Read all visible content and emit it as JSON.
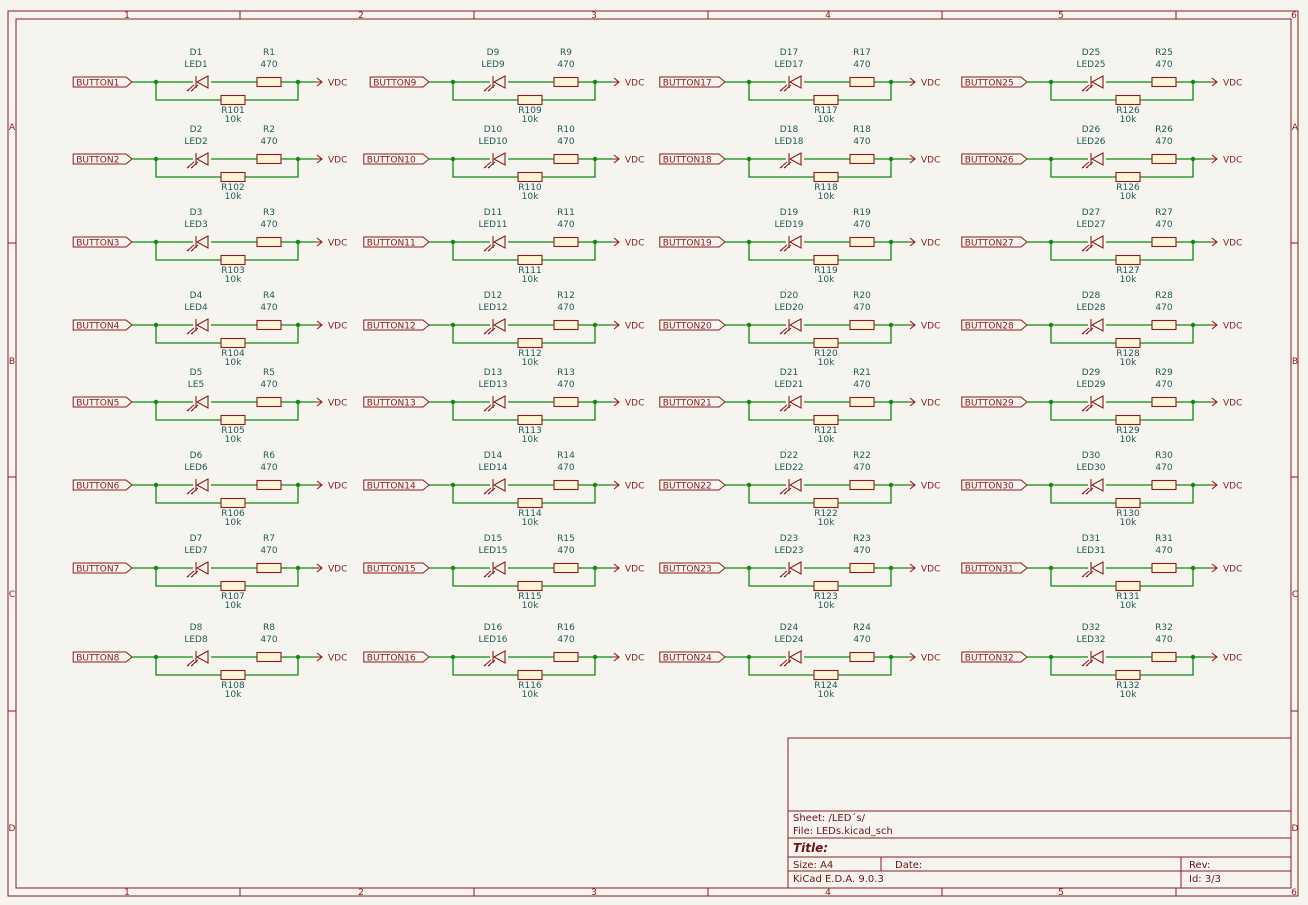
{
  "sheet": {
    "frame_columns": [
      "1",
      "2",
      "3",
      "4",
      "5",
      "6"
    ],
    "frame_rows": [
      "A",
      "B",
      "C",
      "D"
    ]
  },
  "circuits": [
    {
      "ref": "D1",
      "led": "LED1",
      "r": "R1",
      "r_val": "470",
      "pd": "R101",
      "pd_val": "10k",
      "net": "BUTTON1",
      "pwr": "VDC"
    },
    {
      "ref": "D2",
      "led": "LED2",
      "r": "R2",
      "r_val": "470",
      "pd": "R102",
      "pd_val": "10k",
      "net": "BUTTON2",
      "pwr": "VDC"
    },
    {
      "ref": "D3",
      "led": "LED3",
      "r": "R3",
      "r_val": "470",
      "pd": "R103",
      "pd_val": "10k",
      "net": "BUTTON3",
      "pwr": "VDC"
    },
    {
      "ref": "D4",
      "led": "LED4",
      "r": "R4",
      "r_val": "470",
      "pd": "R104",
      "pd_val": "10k",
      "net": "BUTTON4",
      "pwr": "VDC"
    },
    {
      "ref": "D5",
      "led": "LE5",
      "r": "R5",
      "r_val": "470",
      "pd": "R105",
      "pd_val": "10k",
      "net": "BUTTON5",
      "pwr": "VDC"
    },
    {
      "ref": "D6",
      "led": "LED6",
      "r": "R6",
      "r_val": "470",
      "pd": "R106",
      "pd_val": "10k",
      "net": "BUTTON6",
      "pwr": "VDC"
    },
    {
      "ref": "D7",
      "led": "LED7",
      "r": "R7",
      "r_val": "470",
      "pd": "R107",
      "pd_val": "10k",
      "net": "BUTTON7",
      "pwr": "VDC"
    },
    {
      "ref": "D8",
      "led": "LED8",
      "r": "R8",
      "r_val": "470",
      "pd": "R108",
      "pd_val": "10k",
      "net": "BUTTON8",
      "pwr": "VDC"
    },
    {
      "ref": "D9",
      "led": "LED9",
      "r": "R9",
      "r_val": "470",
      "pd": "R109",
      "pd_val": "10k",
      "net": "BUTTON9",
      "pwr": "VDC"
    },
    {
      "ref": "D10",
      "led": "LED10",
      "r": "R10",
      "r_val": "470",
      "pd": "R110",
      "pd_val": "10k",
      "net": "BUTTON10",
      "pwr": "VDC"
    },
    {
      "ref": "D11",
      "led": "LED11",
      "r": "R11",
      "r_val": "470",
      "pd": "R111",
      "pd_val": "10k",
      "net": "BUTTON11",
      "pwr": "VDC"
    },
    {
      "ref": "D12",
      "led": "LED12",
      "r": "R12",
      "r_val": "470",
      "pd": "R112",
      "pd_val": "10k",
      "net": "BUTTON12",
      "pwr": "VDC"
    },
    {
      "ref": "D13",
      "led": "LED13",
      "r": "R13",
      "r_val": "470",
      "pd": "R113",
      "pd_val": "10k",
      "net": "BUTTON13",
      "pwr": "VDC"
    },
    {
      "ref": "D14",
      "led": "LED14",
      "r": "R14",
      "r_val": "470",
      "pd": "R114",
      "pd_val": "10k",
      "net": "BUTTON14",
      "pwr": "VDC"
    },
    {
      "ref": "D15",
      "led": "LED15",
      "r": "R15",
      "r_val": "470",
      "pd": "R115",
      "pd_val": "10k",
      "net": "BUTTON15",
      "pwr": "VDC"
    },
    {
      "ref": "D16",
      "led": "LED16",
      "r": "R16",
      "r_val": "470",
      "pd": "R116",
      "pd_val": "10k",
      "net": "BUTTON16",
      "pwr": "VDC"
    },
    {
      "ref": "D17",
      "led": "LED17",
      "r": "R17",
      "r_val": "470",
      "pd": "R117",
      "pd_val": "10k",
      "net": "BUTTON17",
      "pwr": "VDC"
    },
    {
      "ref": "D18",
      "led": "LED18",
      "r": "R18",
      "r_val": "470",
      "pd": "R118",
      "pd_val": "10k",
      "net": "BUTTON18",
      "pwr": "VDC"
    },
    {
      "ref": "D19",
      "led": "LED19",
      "r": "R19",
      "r_val": "470",
      "pd": "R119",
      "pd_val": "10k",
      "net": "BUTTON19",
      "pwr": "VDC"
    },
    {
      "ref": "D20",
      "led": "LED20",
      "r": "R20",
      "r_val": "470",
      "pd": "R120",
      "pd_val": "10k",
      "net": "BUTTON20",
      "pwr": "VDC"
    },
    {
      "ref": "D21",
      "led": "LED21",
      "r": "R21",
      "r_val": "470",
      "pd": "R121",
      "pd_val": "10k",
      "net": "BUTTON21",
      "pwr": "VDC"
    },
    {
      "ref": "D22",
      "led": "LED22",
      "r": "R22",
      "r_val": "470",
      "pd": "R122",
      "pd_val": "10k",
      "net": "BUTTON22",
      "pwr": "VDC"
    },
    {
      "ref": "D23",
      "led": "LED23",
      "r": "R23",
      "r_val": "470",
      "pd": "R123",
      "pd_val": "10k",
      "net": "BUTTON23",
      "pwr": "VDC"
    },
    {
      "ref": "D24",
      "led": "LED24",
      "r": "R24",
      "r_val": "470",
      "pd": "R124",
      "pd_val": "10k",
      "net": "BUTTON24",
      "pwr": "VDC"
    },
    {
      "ref": "D25",
      "led": "LED25",
      "r": "R25",
      "r_val": "470",
      "pd": "R126",
      "pd_val": "10k",
      "net": "BUTTON25",
      "pwr": "VDC"
    },
    {
      "ref": "D26",
      "led": "LED26",
      "r": "R26",
      "r_val": "470",
      "pd": "R126",
      "pd_val": "10k",
      "net": "BUTTON26",
      "pwr": "VDC"
    },
    {
      "ref": "D27",
      "led": "LED27",
      "r": "R27",
      "r_val": "470",
      "pd": "R127",
      "pd_val": "10k",
      "net": "BUTTON27",
      "pwr": "VDC"
    },
    {
      "ref": "D28",
      "led": "LED28",
      "r": "R28",
      "r_val": "470",
      "pd": "R128",
      "pd_val": "10k",
      "net": "BUTTON28",
      "pwr": "VDC"
    },
    {
      "ref": "D29",
      "led": "LED29",
      "r": "R29",
      "r_val": "470",
      "pd": "R129",
      "pd_val": "10k",
      "net": "BUTTON29",
      "pwr": "VDC"
    },
    {
      "ref": "D30",
      "led": "LED30",
      "r": "R30",
      "r_val": "470",
      "pd": "R130",
      "pd_val": "10k",
      "net": "BUTTON30",
      "pwr": "VDC"
    },
    {
      "ref": "D31",
      "led": "LED31",
      "r": "R31",
      "r_val": "470",
      "pd": "R131",
      "pd_val": "10k",
      "net": "BUTTON31",
      "pwr": "VDC"
    },
    {
      "ref": "D32",
      "led": "LED32",
      "r": "R32",
      "r_val": "470",
      "pd": "R132",
      "pd_val": "10k",
      "net": "BUTTON32",
      "pwr": "VDC"
    }
  ],
  "title_block": {
    "sheet": "Sheet: /LED´s/",
    "file": "File: LEDs.kicad_sch",
    "title": "Title:",
    "size": "Size: A4",
    "date": "Date:",
    "rev": "Rev:",
    "tool": "KiCad E.D.A. 9.0.3",
    "id": "Id: 3/3"
  },
  "colors": {
    "wire": "#108a10",
    "component": "#8a1c1c",
    "field_text": "#1f5b56",
    "background": "#f5f4ef"
  }
}
